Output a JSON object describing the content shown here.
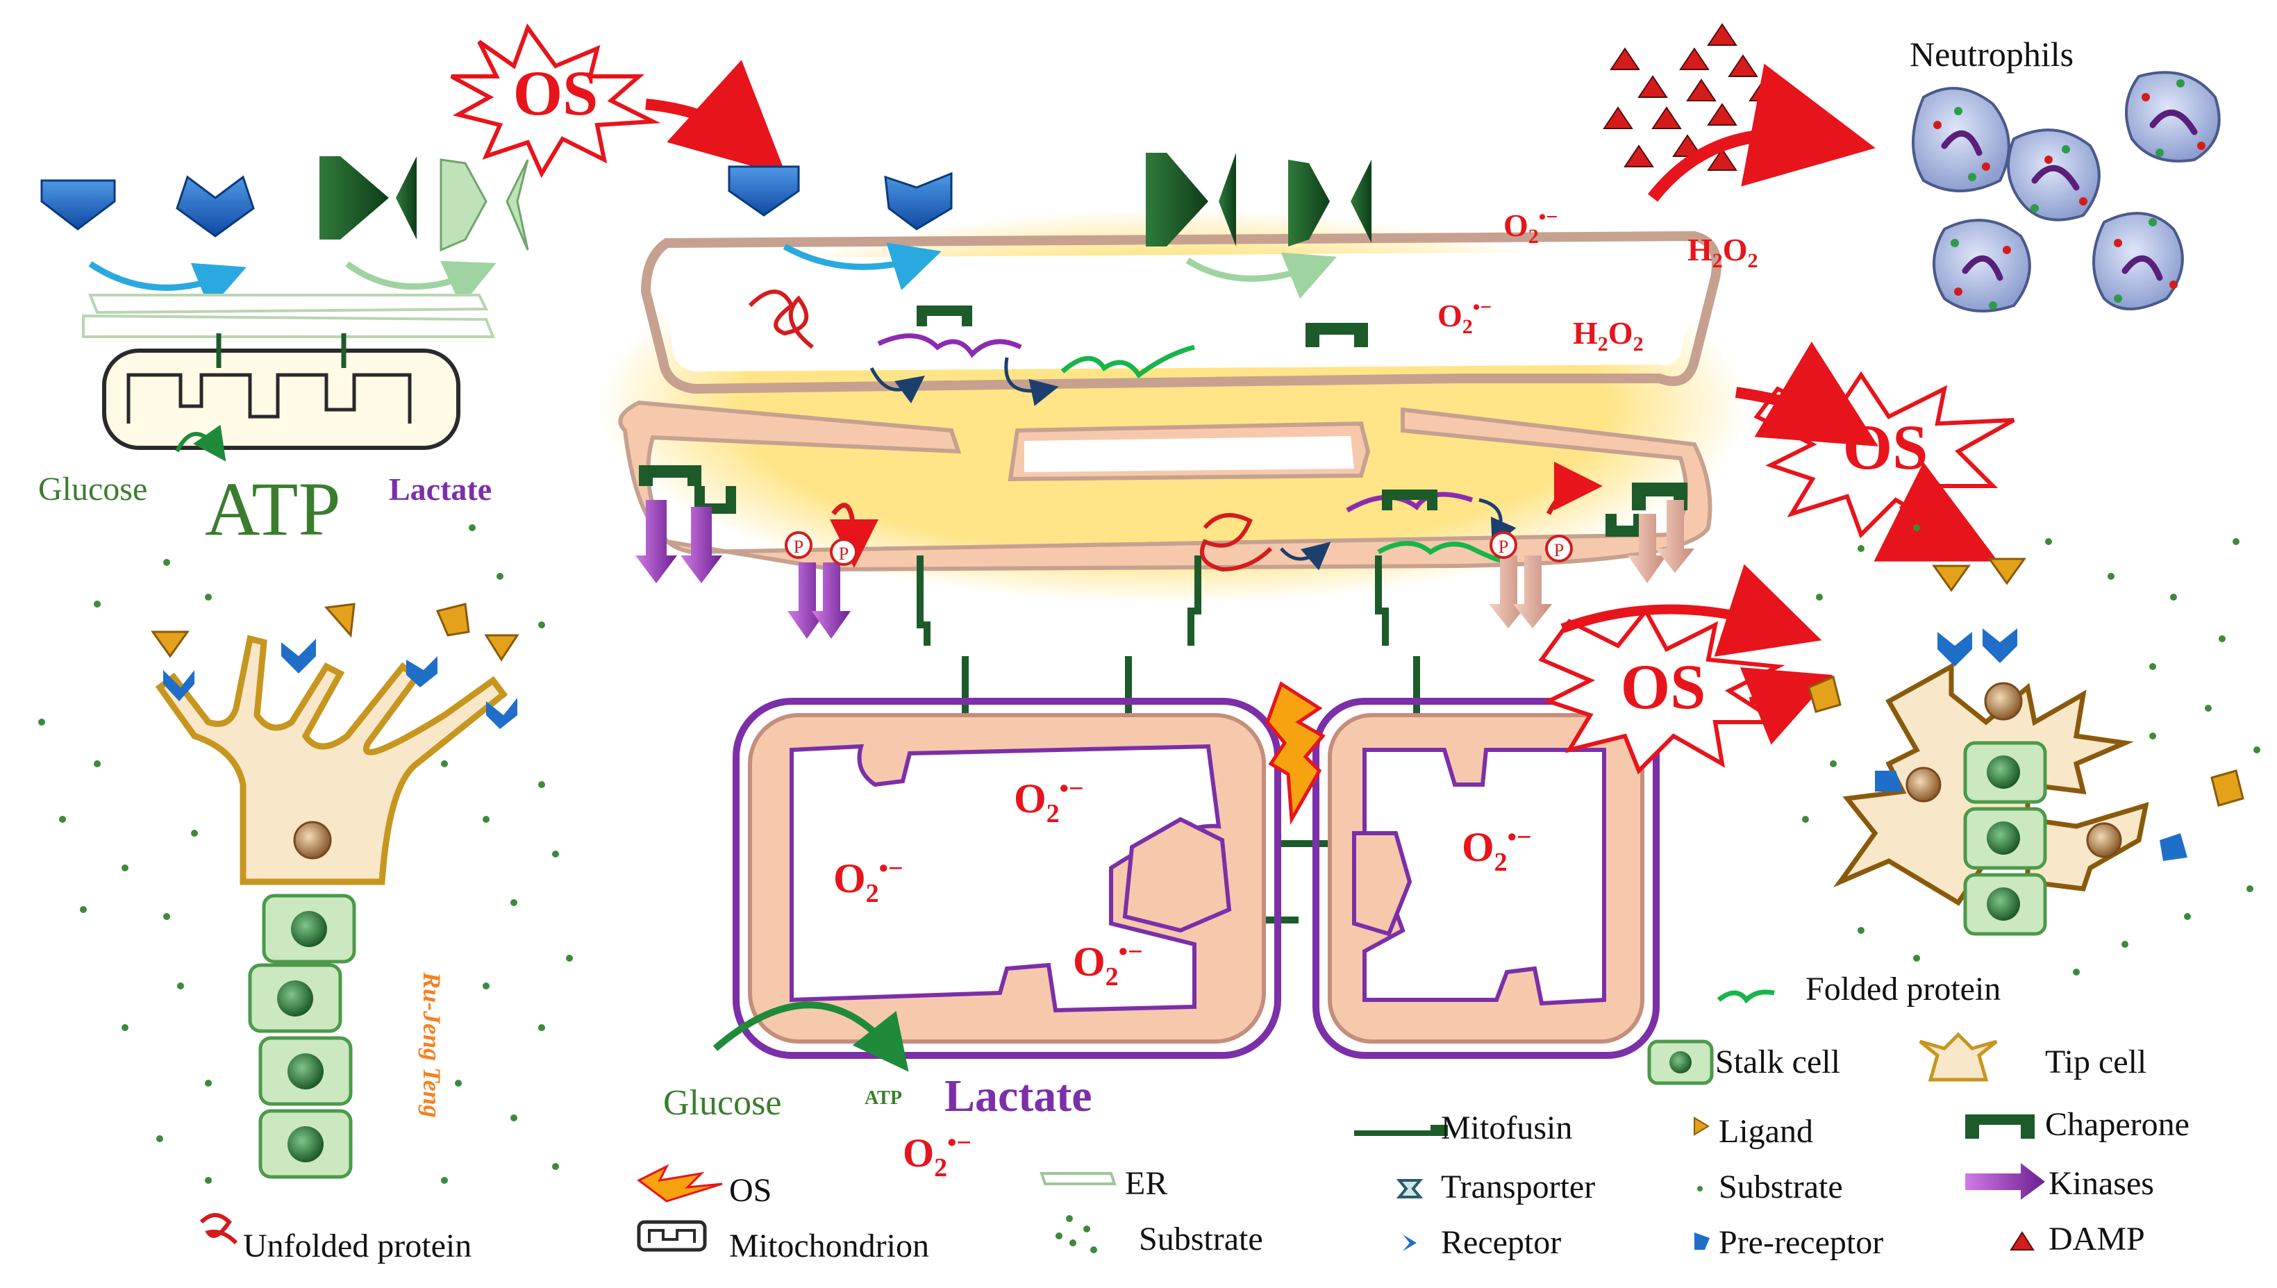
{
  "labels": {
    "os_top": "OS",
    "os_right": "OS",
    "os_mid": "OS",
    "neutrophils": "Neutrophils",
    "glucose_left": "Glucose",
    "atp_left": "ATP",
    "lactate_left": "Lactate",
    "glucose_bottom": "Glucose",
    "atp_bottom": "ATP",
    "lactate_bottom": "Lactate",
    "h2o2": "H",
    "h2o2_sub1": "2",
    "h2o2_o": "O",
    "h2o2_sub2": "2",
    "o2_main": "O",
    "o2_sub": "2",
    "o2_sup": "•−",
    "phospho": "P",
    "signature": "Ru-Jeng Teng"
  },
  "legend": {
    "unfolded_protein": "Unfolded protein",
    "os": "OS",
    "er": "ER",
    "mitochondrion": "Mitochondrion",
    "substrate_a": "Substrate",
    "folded_protein": "Folded protein",
    "stalk_cell": "Stalk cell",
    "tip_cell": "Tip cell",
    "mitofusin": "Mitofusin",
    "ligand": "Ligand",
    "chaperone": "Chaperone",
    "transporter": "Transporter",
    "substrate_b": "Substrate",
    "kinases": "Kinases",
    "receptor": "Receptor",
    "pre_receptor": "Pre-receptor",
    "damp": "DAMP"
  },
  "colors": {
    "os_red": "#e8141b",
    "glucose_green": "#3a7d2e",
    "lactate_purple": "#7b2fa8",
    "receptor_blue": "#1f6fc9",
    "chaperone_green": "#1e5b2a",
    "er_fill": "#f6c9ad",
    "neutrophil_fill": "#b9c6e8",
    "ligand_gold": "#e3a21a",
    "signature_orange": "#f58220"
  }
}
